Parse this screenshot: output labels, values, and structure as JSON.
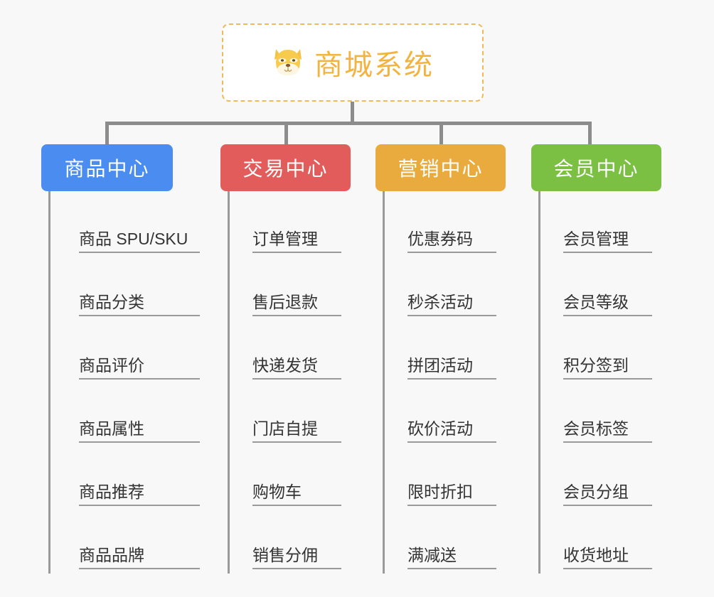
{
  "page": {
    "background_color": "#f8f8f8",
    "connector_color": "#8c8c8c"
  },
  "root": {
    "title": "商城系统",
    "icon": "shiba-dog-face-emoji",
    "text_color": "#f3b340",
    "border_color": "#f0b95a"
  },
  "columns": [
    {
      "title": "商品中心",
      "color": "#4a8cf0",
      "items": [
        {
          "label": "商品 SPU/SKU"
        },
        {
          "label": "商品分类"
        },
        {
          "label": "商品评价"
        },
        {
          "label": "商品属性"
        },
        {
          "label": "商品推荐"
        },
        {
          "label": "商品品牌"
        }
      ]
    },
    {
      "title": "交易中心",
      "color": "#e35c5c",
      "items": [
        {
          "label": "订单管理"
        },
        {
          "label": "售后退款"
        },
        {
          "label": "快递发货"
        },
        {
          "label": "门店自提"
        },
        {
          "label": "购物车"
        },
        {
          "label": "销售分佣"
        }
      ]
    },
    {
      "title": "营销中心",
      "color": "#e9ab3e",
      "items": [
        {
          "label": "优惠券码"
        },
        {
          "label": "秒杀活动"
        },
        {
          "label": "拼团活动"
        },
        {
          "label": "砍价活动"
        },
        {
          "label": "限时折扣"
        },
        {
          "label": "满减送"
        }
      ]
    },
    {
      "title": "会员中心",
      "color": "#7bc043",
      "items": [
        {
          "label": "会员管理"
        },
        {
          "label": "会员等级"
        },
        {
          "label": "积分签到"
        },
        {
          "label": "会员标签"
        },
        {
          "label": "会员分组"
        },
        {
          "label": "收货地址"
        }
      ]
    }
  ]
}
